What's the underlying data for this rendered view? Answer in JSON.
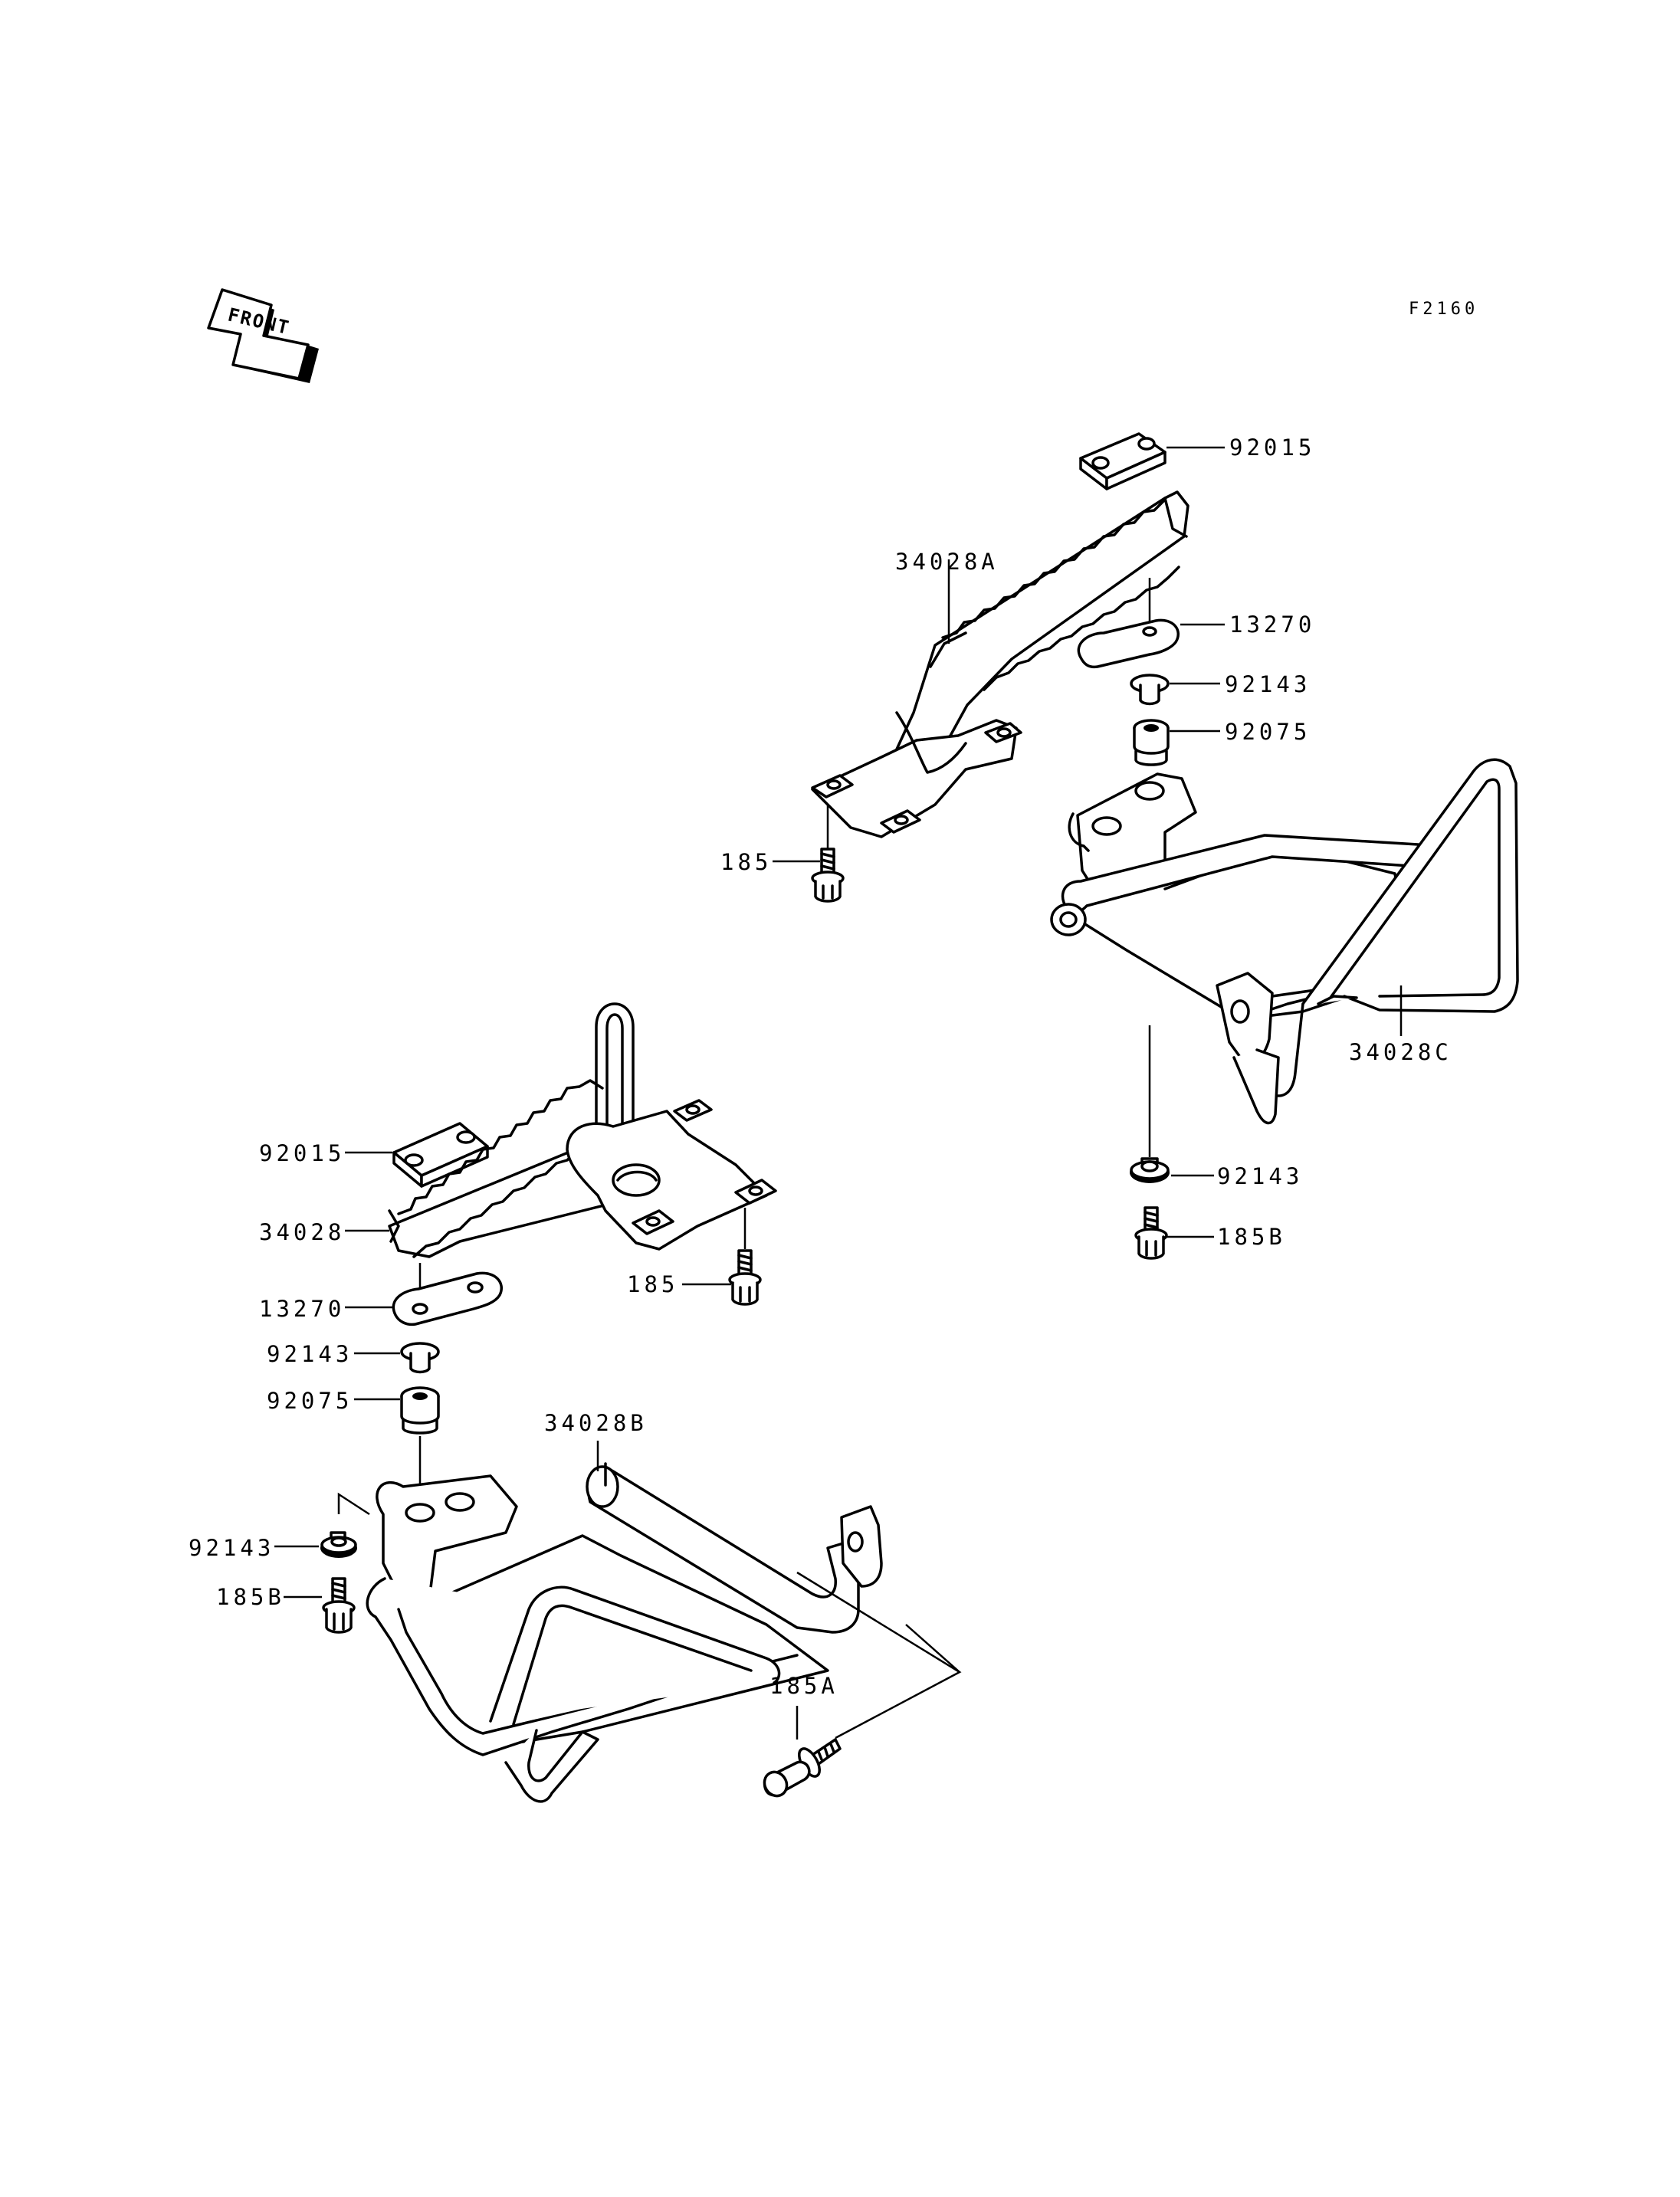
{
  "figure_code": "F2160",
  "front_arrow_label": "FRONT",
  "labels": {
    "p92015_right": "92015",
    "p34028A": "34028A",
    "p13270_right": "13270",
    "p92143_right_upper": "92143",
    "p92075_right": "92075",
    "p185_right": "185",
    "p34028C": "34028C",
    "p92143_right_lower": "92143",
    "p185B_right": "185B",
    "p92015_left": "92015",
    "p34028": "34028",
    "p185_left": "185",
    "p13270_left": "13270",
    "p92143_left_upper": "92143",
    "p92075_left": "92075",
    "p34028B": "34028B",
    "p92143_left_lower": "92143",
    "p185B_left": "185B",
    "p185A": "185A"
  }
}
